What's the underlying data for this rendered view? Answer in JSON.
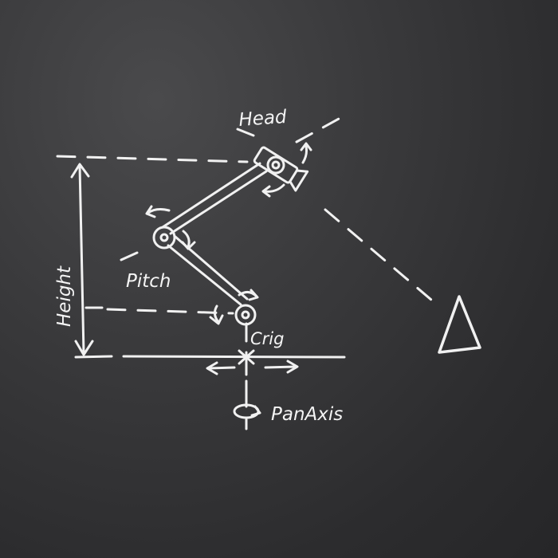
{
  "labels": {
    "head": "Head",
    "height": "Height",
    "pitch": "Pitch",
    "crig": "Crig",
    "pan_axis": "PanAxis"
  },
  "colors": {
    "board": "#3a3a3c",
    "chalk": "#f1f1f1"
  },
  "icons": {
    "camera": "camera-icon",
    "target": "triangle-target-icon",
    "rotation": "curved-arrow-icon"
  }
}
